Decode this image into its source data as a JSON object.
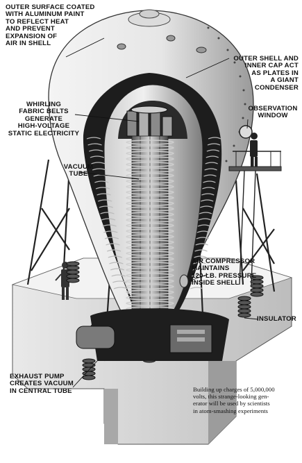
{
  "labels": {
    "outer_surface": "OUTER SURFACE COATED\nWITH ALUMINUM PAINT\nTO REFLECT HEAT\nAND PREVENT\nEXPANSION OF\nAIR IN SHELL",
    "outer_shell": "OUTER SHELL AND\nINNER CAP ACT\nAS PLATES IN\nA GIANT\nCONDENSER",
    "whirling_belts": "WHIRLING\nFABRIC BELTS\nGENERATE\nHIGH-VOLTAGE\nSTATIC ELECTRICITY",
    "observation_window": "OBSERVATION\nWINDOW",
    "vacuum_tube": "VACUUM\nTUBE",
    "air_compressor": "AIR COMPRESSOR\nMAINTAINS\n120-LB. PRESSURE\nINSIDE SHELL",
    "insulator": "INSULATOR",
    "exhaust_pump": "EXHAUST PUMP\nCREATES VACUUM\nIN CENTRAL TUBE"
  },
  "caption": "Building up charges of 5,000,000\nvolts, this strange-looking gen-\nerator will be used by scientists\nin atom-smashing experiments"
}
